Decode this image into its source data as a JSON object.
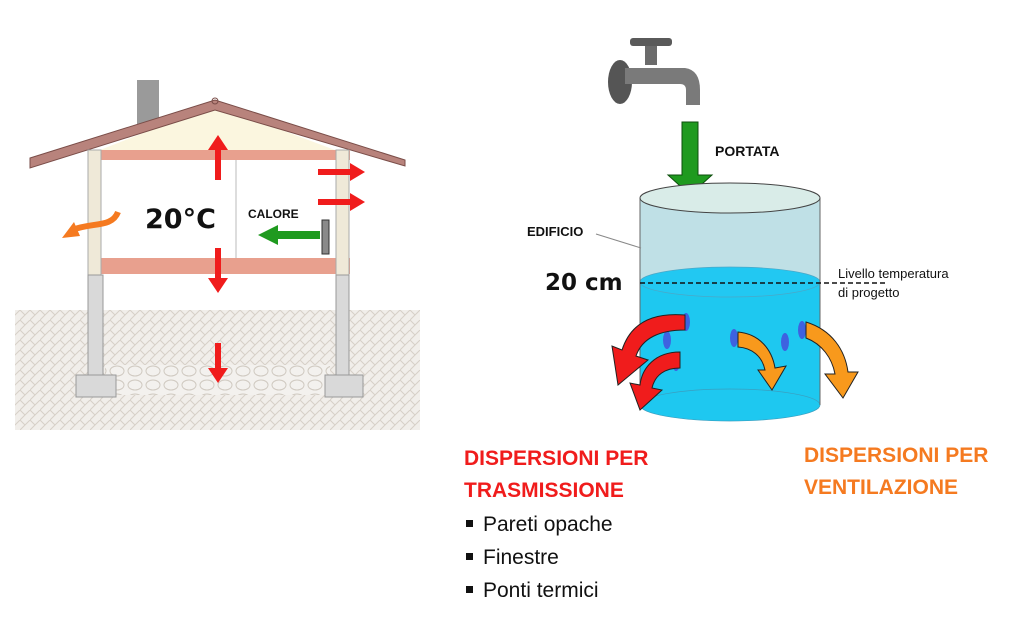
{
  "house": {
    "temperature": "20°C",
    "heat_label": "CALORE"
  },
  "tank": {
    "flow_label": "PORTATA",
    "building_label": "EDIFICIO",
    "level_value": "20 cm",
    "level_label_line1": "Livello temperatura",
    "level_label_line2": "di progetto"
  },
  "transmission": {
    "title_line1": "DISPERSIONI PER",
    "title_line2": "TRASMISSIONE",
    "items": [
      "Pareti opache",
      "Finestre",
      "Ponti termici"
    ]
  },
  "ventilation": {
    "title_line1": "DISPERSIONI PER",
    "title_line2": "VENTILAZIONE"
  },
  "colors": {
    "transmission": "#f01c1c",
    "ventilation": "#f57a20",
    "flow": "#1f9a1f",
    "water": "#1ec8f0"
  }
}
